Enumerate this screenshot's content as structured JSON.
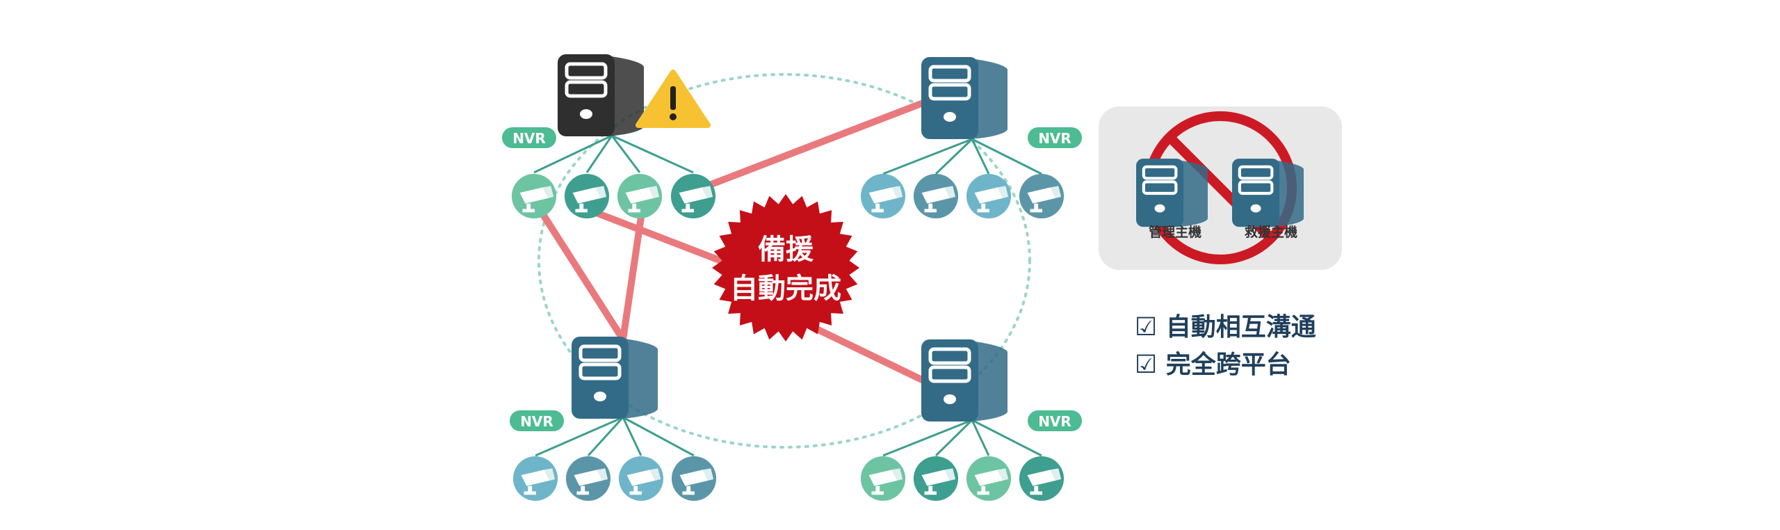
{
  "nvr_label": "NVR",
  "badge_text": [
    "備援",
    "自動完成"
  ],
  "panel": {
    "hosts": [
      "管理主機",
      "救援主機"
    ],
    "prohibited_icon": "no-sign-icon"
  },
  "features": [
    "☑ 自動相互溝通",
    "☑ 完全跨平台"
  ],
  "colors": {
    "server_failed": "#2f2f2f",
    "server": "#336b87",
    "nvr_badge": "#4dbb94",
    "link_line": "#e9797d",
    "burst": "#c40f18",
    "warning": "#f6c231",
    "panel_bg": "#e8e8e8",
    "no_sign": "#cc1a24",
    "dotted_ring": "#9bd5c6"
  },
  "icons": [
    "server-icon",
    "warning-icon",
    "camera-icon",
    "checkbox-icon"
  ]
}
